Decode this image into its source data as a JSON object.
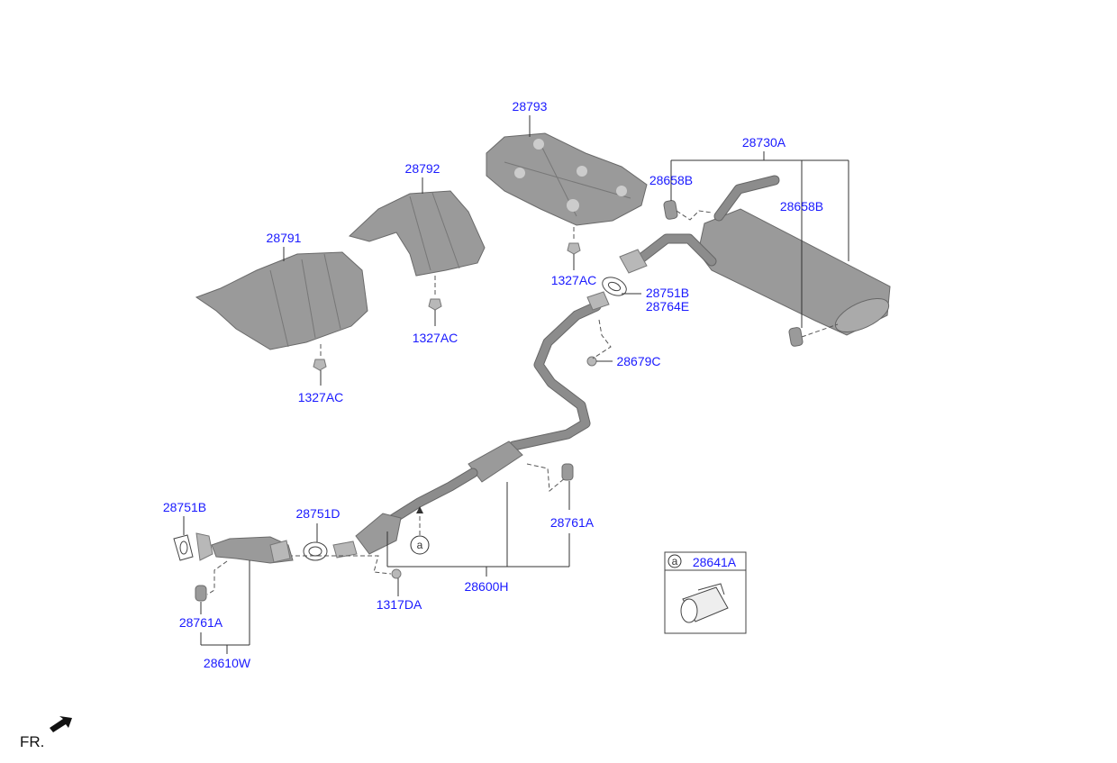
{
  "diagram": {
    "labels": {
      "heat_protector_center": "28793",
      "heat_protector_front": "28792",
      "heat_protector_manifold": "28791",
      "nut_front_protector": "1327AC",
      "nut_manifold_protector": "1327AC",
      "nut_center_protector": "1327AC",
      "rear_muffler": "28730A",
      "hanger_rear_left": "28658B",
      "hanger_rear_right": "28658B",
      "gasket_rear": "28751B",
      "gasket_rear_alt": "28764E",
      "nut_rear": "28679C",
      "gasket_front": "28751B",
      "gasket_center": "28751D",
      "hanger_center": "28761A",
      "clamp": "28641A",
      "clamp_ref": "a",
      "clamp_ref_callout": "a",
      "center_muffler": "28600H",
      "bolt_center": "1317DA",
      "hanger_front": "28761A",
      "front_pipe": "28610W"
    },
    "direction_label": "FR."
  }
}
